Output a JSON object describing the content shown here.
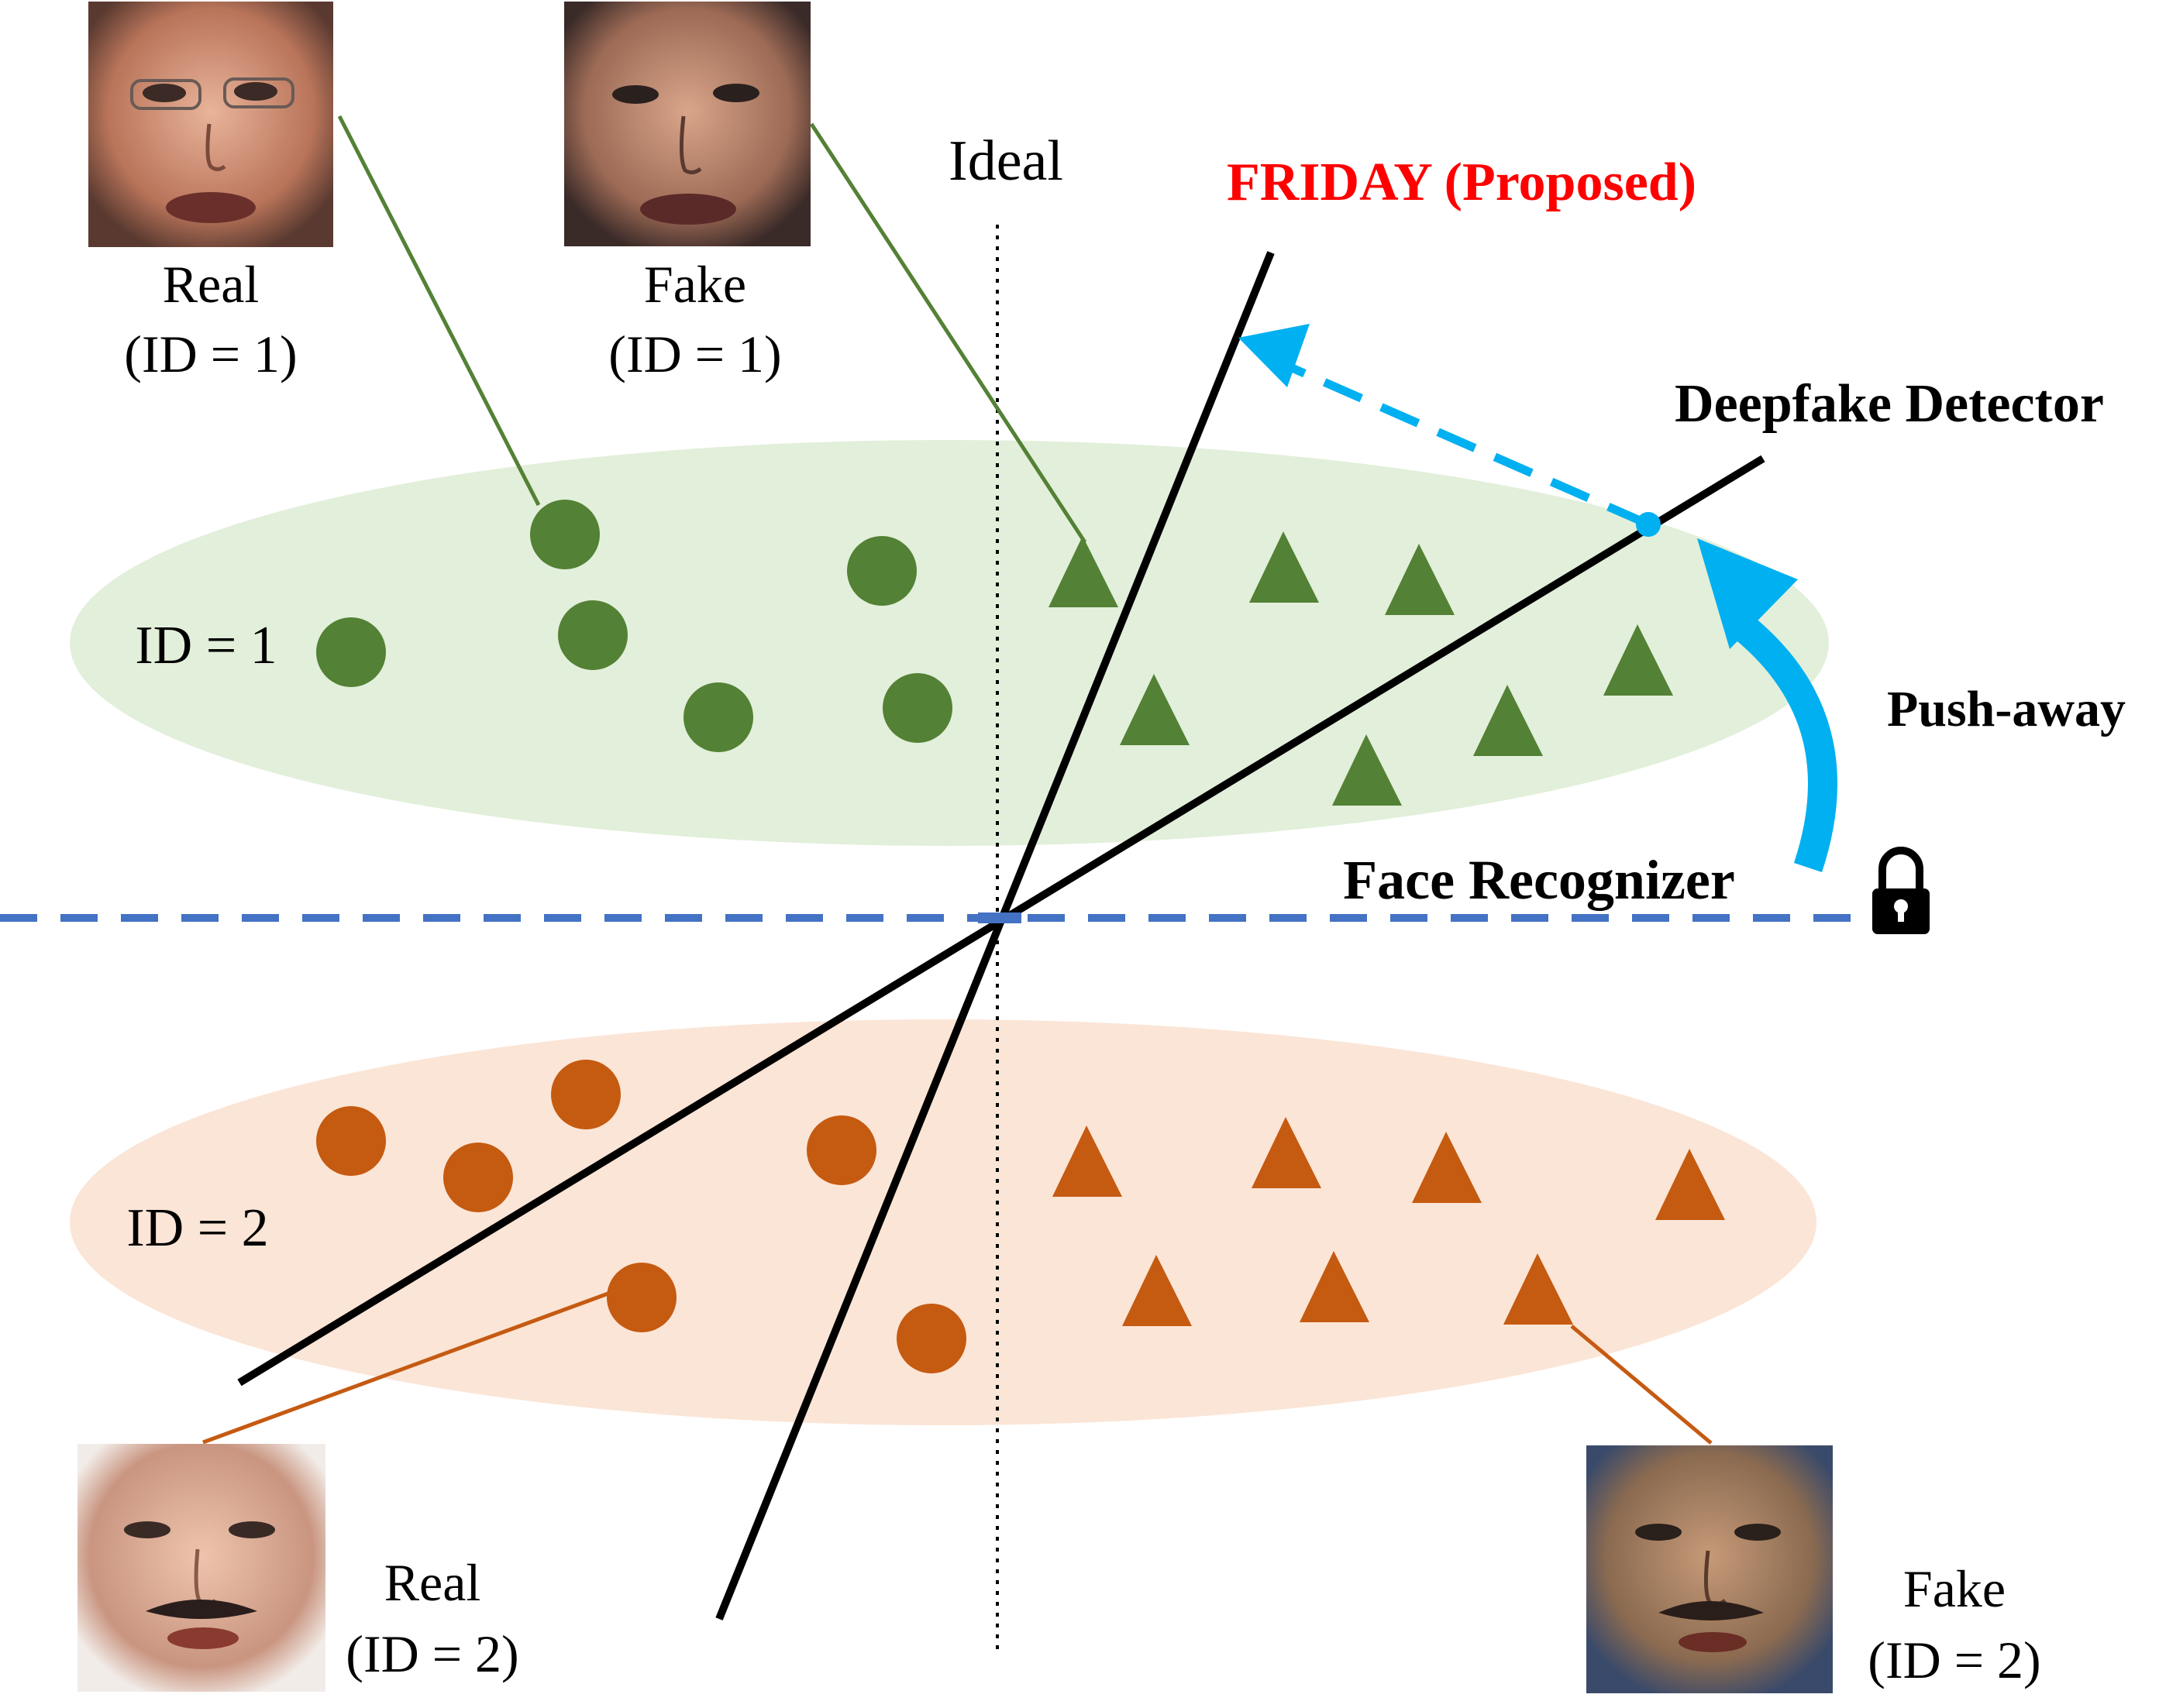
{
  "title": "FRIDAY (Proposed)",
  "labels": {
    "ideal": "Ideal",
    "deepfake_detector": "Deepfake Detector",
    "face_recognizer": "Face Recognizer",
    "push_away": "Push-away",
    "id1_cluster": "ID = 1",
    "id2_cluster": "ID = 2"
  },
  "thumbnails": {
    "real_id1": {
      "title": "Real",
      "sub": "(ID = 1)"
    },
    "fake_id1": {
      "title": "Fake",
      "sub": "(ID = 1)"
    },
    "real_id2": {
      "title": "Real",
      "sub": "(ID = 2)"
    },
    "fake_id2": {
      "title": "Fake",
      "sub": "(ID = 2)"
    }
  },
  "colors": {
    "id1_fill": "#e2efda",
    "id1_marker": "#538135",
    "id2_fill": "#fbe5d6",
    "id2_marker": "#c55a11",
    "face_recognizer_line": "#4472c4",
    "push_arrow": "#00b0f0",
    "proposed_title": "#ff0000",
    "boundary_line": "#000000"
  },
  "icons": {
    "lock": "lock-icon"
  }
}
